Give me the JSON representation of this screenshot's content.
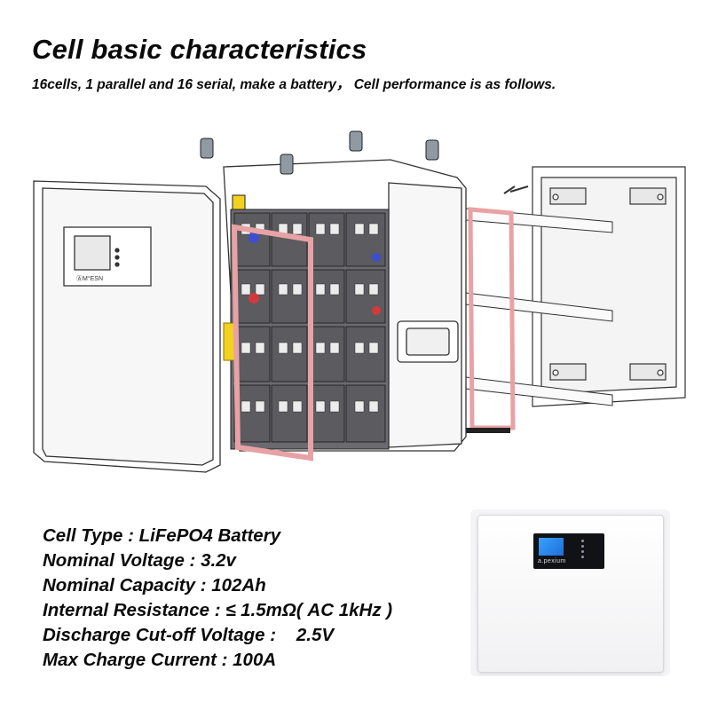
{
  "heading": {
    "title": "Cell basic characteristics",
    "subtitle": "16cells, 1 parallel and 16 serial, make a battery， Cell performance is as follows."
  },
  "specs": [
    "Cell Type : LiFePO4 Battery",
    "Nominal Voltage : 3.2v",
    "Nominal Capacity : 102Ah",
    "Internal Resistance : ≤ 1.5mΩ( AC 1kHz )",
    "Discharge Cut-off Voltage :    2.5V",
    "Max Charge Current : 100A"
  ],
  "diagram": {
    "front_panel_brand": "ⒶM°ESN"
  },
  "product": {
    "brand": "a.pexium"
  },
  "colors": {
    "gasket": "#e8a2a5",
    "cell": "#5b5b60",
    "terminal_red": "#d13a3a",
    "terminal_blue": "#3d4fd0",
    "busbar_yellow": "#f2d21f",
    "screen_blue": "#2c8cf0"
  }
}
